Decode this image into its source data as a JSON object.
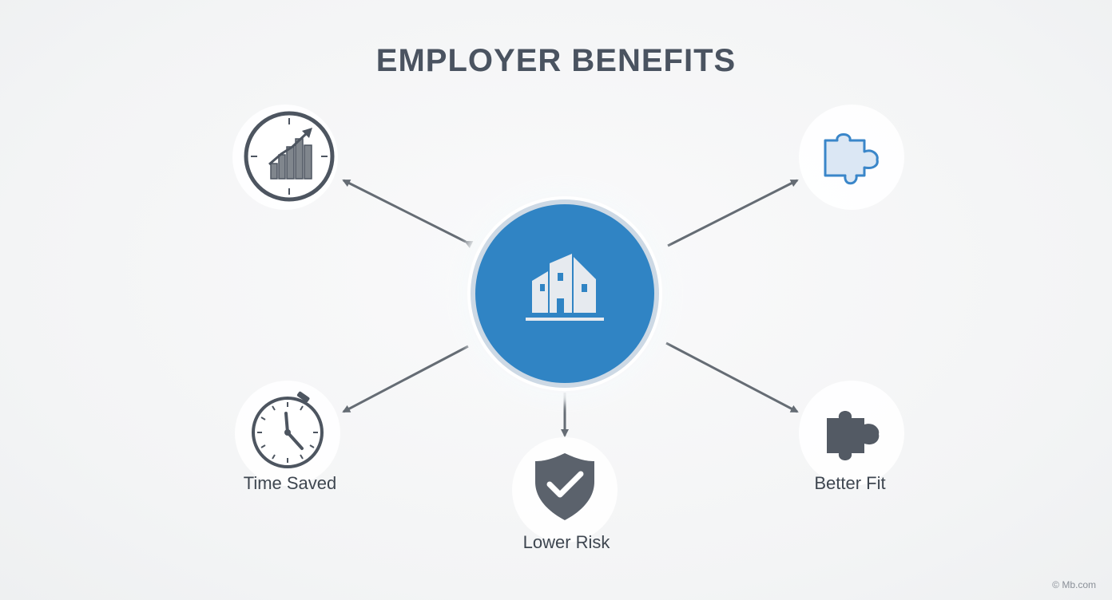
{
  "title": "EMPLOYER BENEFITS",
  "center": {
    "icon": "buildings-icon"
  },
  "nodes": [
    {
      "id": "growth",
      "icon": "clock-growth-chart-icon",
      "label": ""
    },
    {
      "id": "integration",
      "icon": "puzzle-outline-icon",
      "label": ""
    },
    {
      "id": "time",
      "icon": "stopwatch-icon",
      "label": "Time Saved"
    },
    {
      "id": "risk",
      "icon": "shield-check-icon",
      "label": "Lower Risk"
    },
    {
      "id": "fit",
      "icon": "puzzle-piece-icon",
      "label": "Better Fit"
    }
  ],
  "watermark": "© Mb.com",
  "colors": {
    "primary_blue": "#3084c4",
    "ring": "#c9d8e6",
    "icon_gray": "#4d5560",
    "arrow": "#656c74",
    "puzzle_fill": "#dbe7f4",
    "puzzle_stroke": "#3a86c9"
  }
}
